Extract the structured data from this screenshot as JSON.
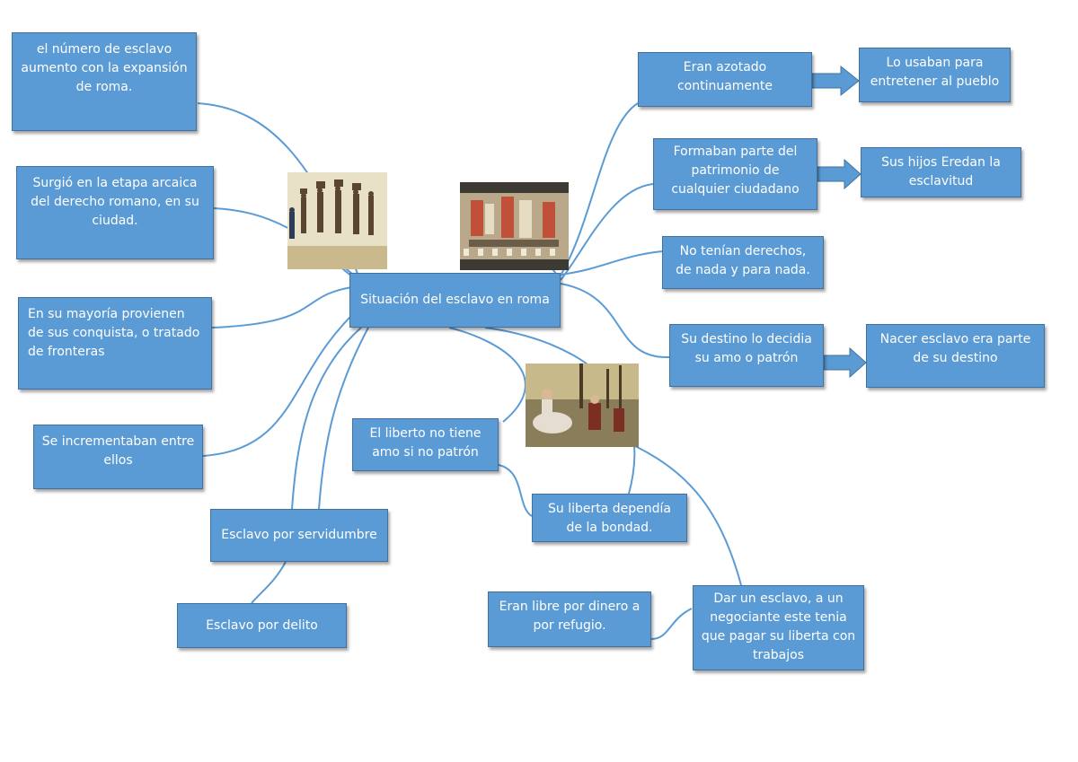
{
  "central": "Situación del esclavo en roma",
  "nodes": {
    "n1": "el número de esclavo aumento con la expansión de roma.",
    "n2": "Surgió en la etapa arcaica del derecho romano, en su ciudad.",
    "n3": "En su mayoría provienen de sus conquista, o tratado de fronteras",
    "n4": "Se incrementaban entre ellos",
    "n5": "Esclavo por servidumbre",
    "n6": "Esclavo por delito",
    "n7": "El liberto no tiene amo si no patrón",
    "n8": "Su liberta dependía de la bondad.",
    "n9": "Eran libre por dinero a por refugio.",
    "n10": "Dar un esclavo, a un negociante este tenia que pagar su liberta con trabajos",
    "r1": "Eran azotado continuamente",
    "r1b": "Lo usaban para entretener al pueblo",
    "r2": "Formaban parte del patrimonio de cualquier ciudadano",
    "r2b": "Sus hijos Eredan la esclavitud",
    "r3": "No tenían derechos, de nada y para nada.",
    "r4": "Su destino lo decidia su amo o patrón",
    "r4b": "Nacer esclavo era parte de su destino"
  },
  "colors": {
    "box_fill": "#5b9bd5",
    "box_border": "#41719c",
    "connector": "#5b9bd5",
    "text": "#ffffff"
  },
  "images": [
    "slaves-carrying-baskets-image",
    "roman-mosaic-image",
    "roman-painting-image"
  ]
}
